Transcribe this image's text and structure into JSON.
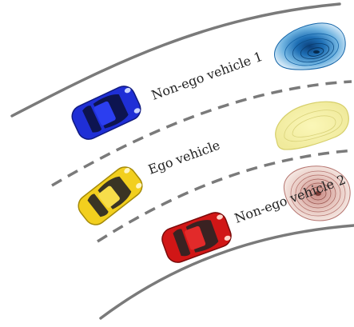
{
  "diagram": {
    "labels": {
      "nonego1": "Non-ego vehicle 1",
      "ego": "Ego vehicle",
      "nonego2": "Non-ego vehicle 2"
    },
    "colors": {
      "road_line": "#7a7a7a",
      "blue_car": "#1f2fd6",
      "yellow_car": "#f2cf1e",
      "red_car": "#d11616",
      "blue_contour": "#1565a8",
      "yellow_contour": "#e4e08a",
      "red_contour": "#b5746f"
    }
  }
}
